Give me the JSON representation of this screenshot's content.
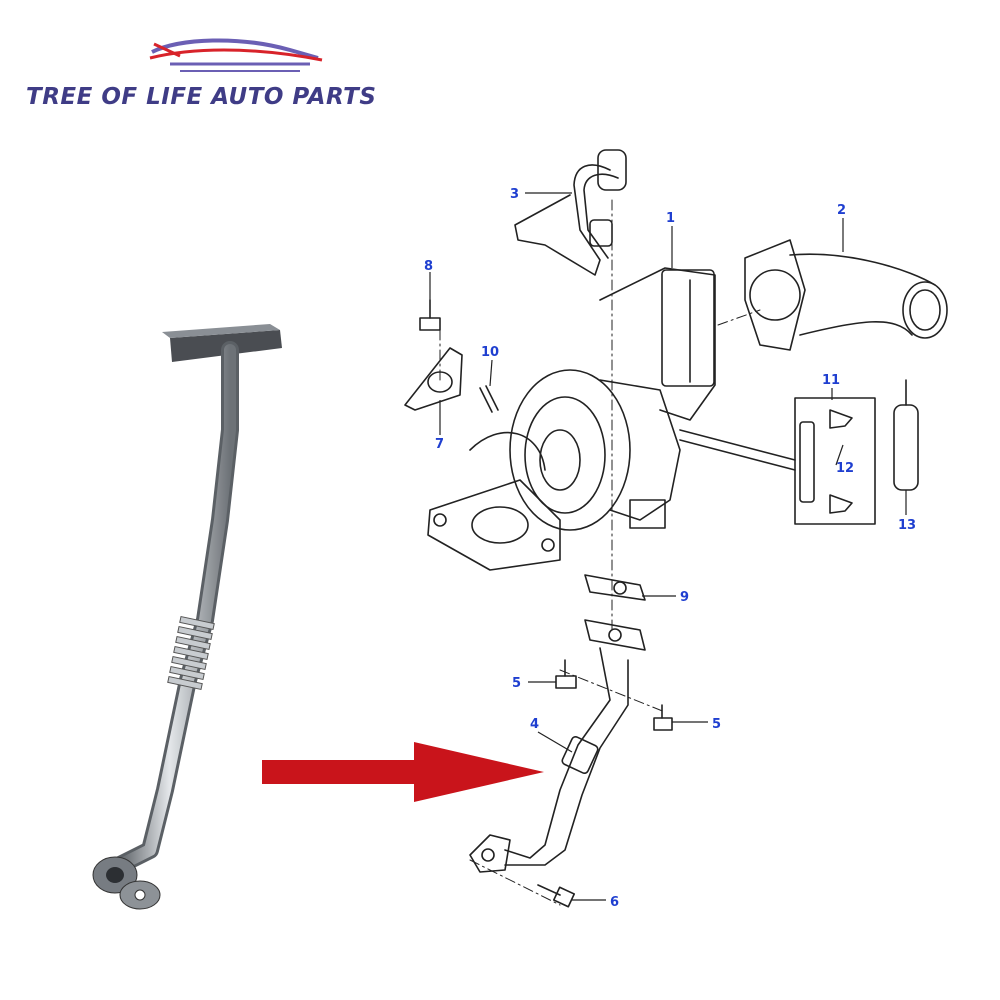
{
  "brand": {
    "name": "TREE OF LIFE AUTO PARTS",
    "logo": "car-swoosh-logo"
  },
  "colors": {
    "brand_text": "#3f3c86",
    "logo_red": "#d8232a",
    "logo_purple": "#6b5fb4",
    "callout_blue": "#1f3fd0",
    "line": "#222222",
    "arrow": "#c9141b",
    "pipe_metal": "#9aa0a6"
  },
  "callouts": [
    {
      "id": "c1",
      "label": "1"
    },
    {
      "id": "c2",
      "label": "2"
    },
    {
      "id": "c3",
      "label": "3"
    },
    {
      "id": "c4",
      "label": "4"
    },
    {
      "id": "c5a",
      "label": "5"
    },
    {
      "id": "c5b",
      "label": "5"
    },
    {
      "id": "c6",
      "label": "6"
    },
    {
      "id": "c7",
      "label": "7"
    },
    {
      "id": "c8",
      "label": "8"
    },
    {
      "id": "c9",
      "label": "9"
    },
    {
      "id": "c10",
      "label": "10"
    },
    {
      "id": "c11",
      "label": "11"
    },
    {
      "id": "c12",
      "label": "12"
    },
    {
      "id": "c13",
      "label": "13"
    }
  ],
  "pointer": {
    "icon": "right-arrow-icon",
    "target_label": "4"
  }
}
